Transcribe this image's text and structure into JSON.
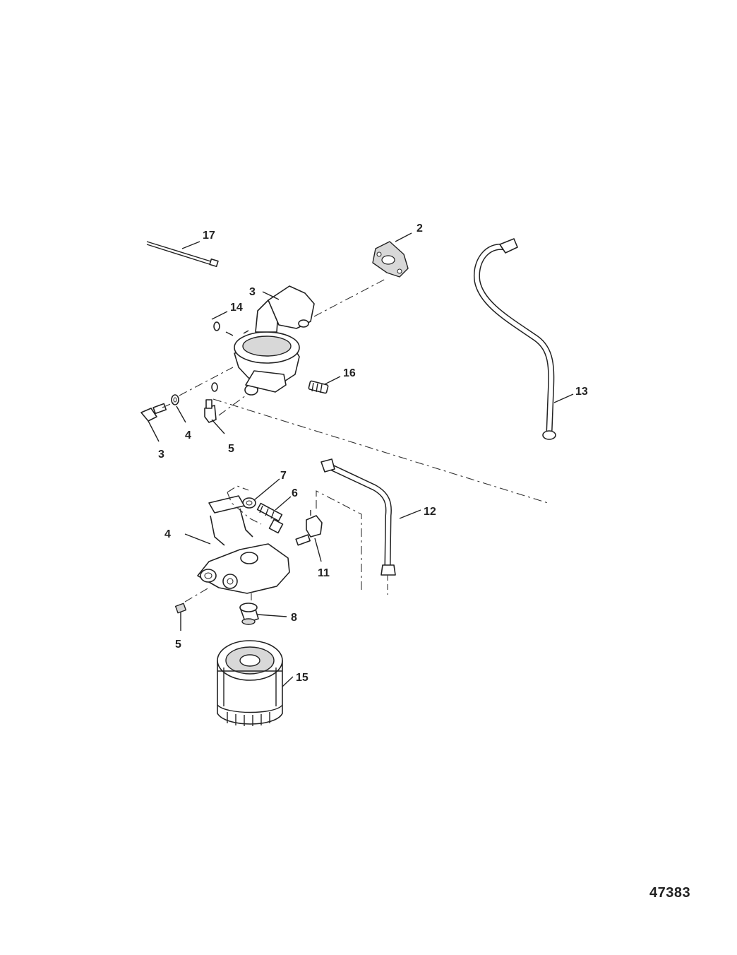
{
  "callouts": {
    "c17": "17",
    "c2": "2",
    "c3_pump": "3",
    "c14": "14",
    "c16": "16",
    "c13": "13",
    "c3_fitting": "3",
    "c4_washer": "4",
    "c5_elbow": "5",
    "c7": "7",
    "c6": "6",
    "c12": "12",
    "c4_bracket": "4",
    "c11": "11",
    "c8": "8",
    "c5_plug": "5",
    "c15": "15"
  },
  "figure_number": "47383"
}
